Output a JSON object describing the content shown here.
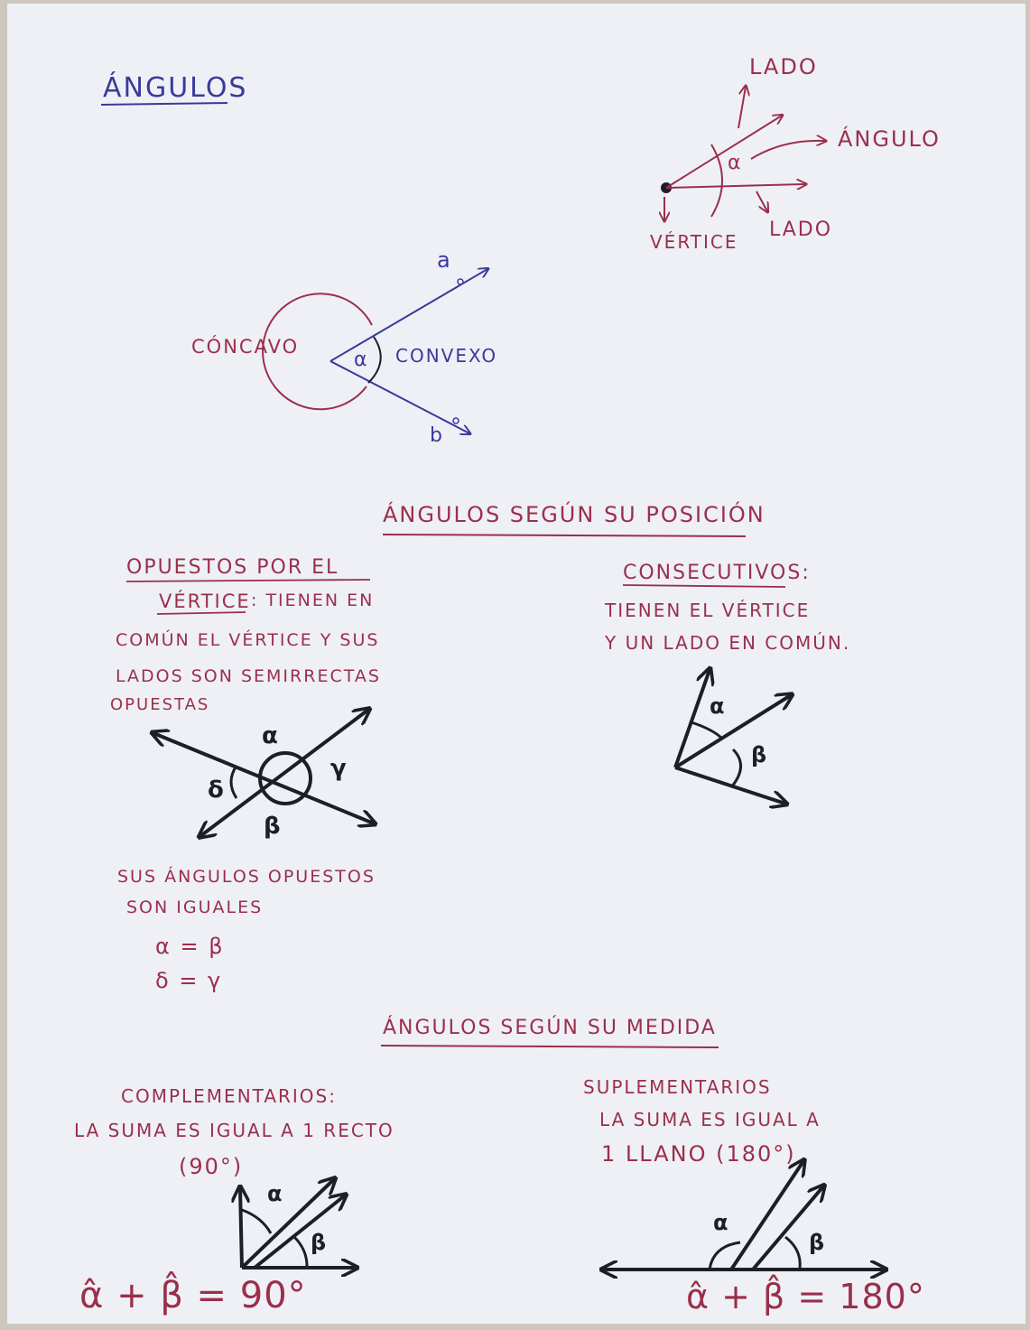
{
  "title": "ÁNGULOS",
  "parts_diagram": {
    "lado_top": "LADO",
    "angulo": "ÁNGULO",
    "alpha": "α",
    "vertice": "VÉRTICE",
    "lado_bottom": "LADO"
  },
  "concave_convex": {
    "concavo": "CÓNCAVO",
    "convexo": "CONVEXO",
    "alpha": "α",
    "point_a": "a",
    "point_b": "b"
  },
  "section_position": {
    "heading": "ÁNGULOS SEGÚN SU POSICIÓN",
    "opposite": {
      "title_line1": "OPUESTOS POR EL",
      "title_word": "VÉRTICE",
      "line1_rest": ": TIENEN EN",
      "line2": "COMÚN EL VÉRTICE Y SUS",
      "line3": "LADOS SON SEMIRRECTAS",
      "line4": "OPUESTAS",
      "greek_alpha": "α",
      "greek_beta": "β",
      "greek_gamma": "γ",
      "greek_delta": "δ",
      "note_line1": "SUS ÁNGULOS OPUESTOS",
      "note_line2": "SON IGUALES",
      "eq1": "α = β",
      "eq2": "δ = γ"
    },
    "consecutive": {
      "title": "CONSECUTIVOS:",
      "line1": "TIENEN EL VÉRTICE",
      "line2": "Y UN LADO EN COMÚN.",
      "greek_alpha": "α",
      "greek_beta": "β"
    }
  },
  "section_measure": {
    "heading": "ÁNGULOS SEGÚN SU MEDIDA",
    "complementary": {
      "title": "COMPLEMENTARIOS:",
      "line1": "LA SUMA ES IGUAL A 1 RECTO",
      "line2": "(90°)",
      "greek_alpha": "α",
      "greek_beta": "β",
      "formula": "α̂ + β̂ = 90°"
    },
    "supplementary": {
      "title": "SUPLEMENTARIOS",
      "line1": "LA SUMA ES IGUAL A",
      "line2": "1 LLANO (180°)",
      "greek_alpha": "α",
      "greek_beta": "β",
      "formula": "α̂ + β̂ = 180°"
    }
  },
  "colors": {
    "paper": "#eef0f6",
    "blue_ink": "#3a3a9a",
    "red_ink": "#9b2f4a",
    "black_ink": "#1e1e28"
  }
}
